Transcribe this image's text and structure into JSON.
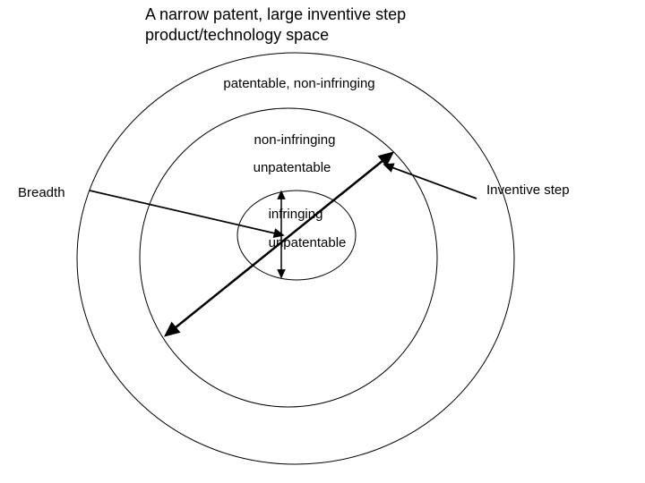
{
  "title": {
    "line1": "A narrow patent, large inventive step",
    "line2": "product/technology space"
  },
  "regions": {
    "outer_label": "patentable, non-infringing",
    "middle_label_line1": "non-infringing",
    "middle_label_line2": "unpatentable",
    "inner_label_line1": "infringing",
    "inner_label_line2": "unpatentable"
  },
  "annotations": {
    "breadth_label": "Breadth",
    "inventive_step_label": "Inventive step"
  },
  "colors": {
    "line": "#000000",
    "background": "#ffffff",
    "text": "#000000"
  }
}
